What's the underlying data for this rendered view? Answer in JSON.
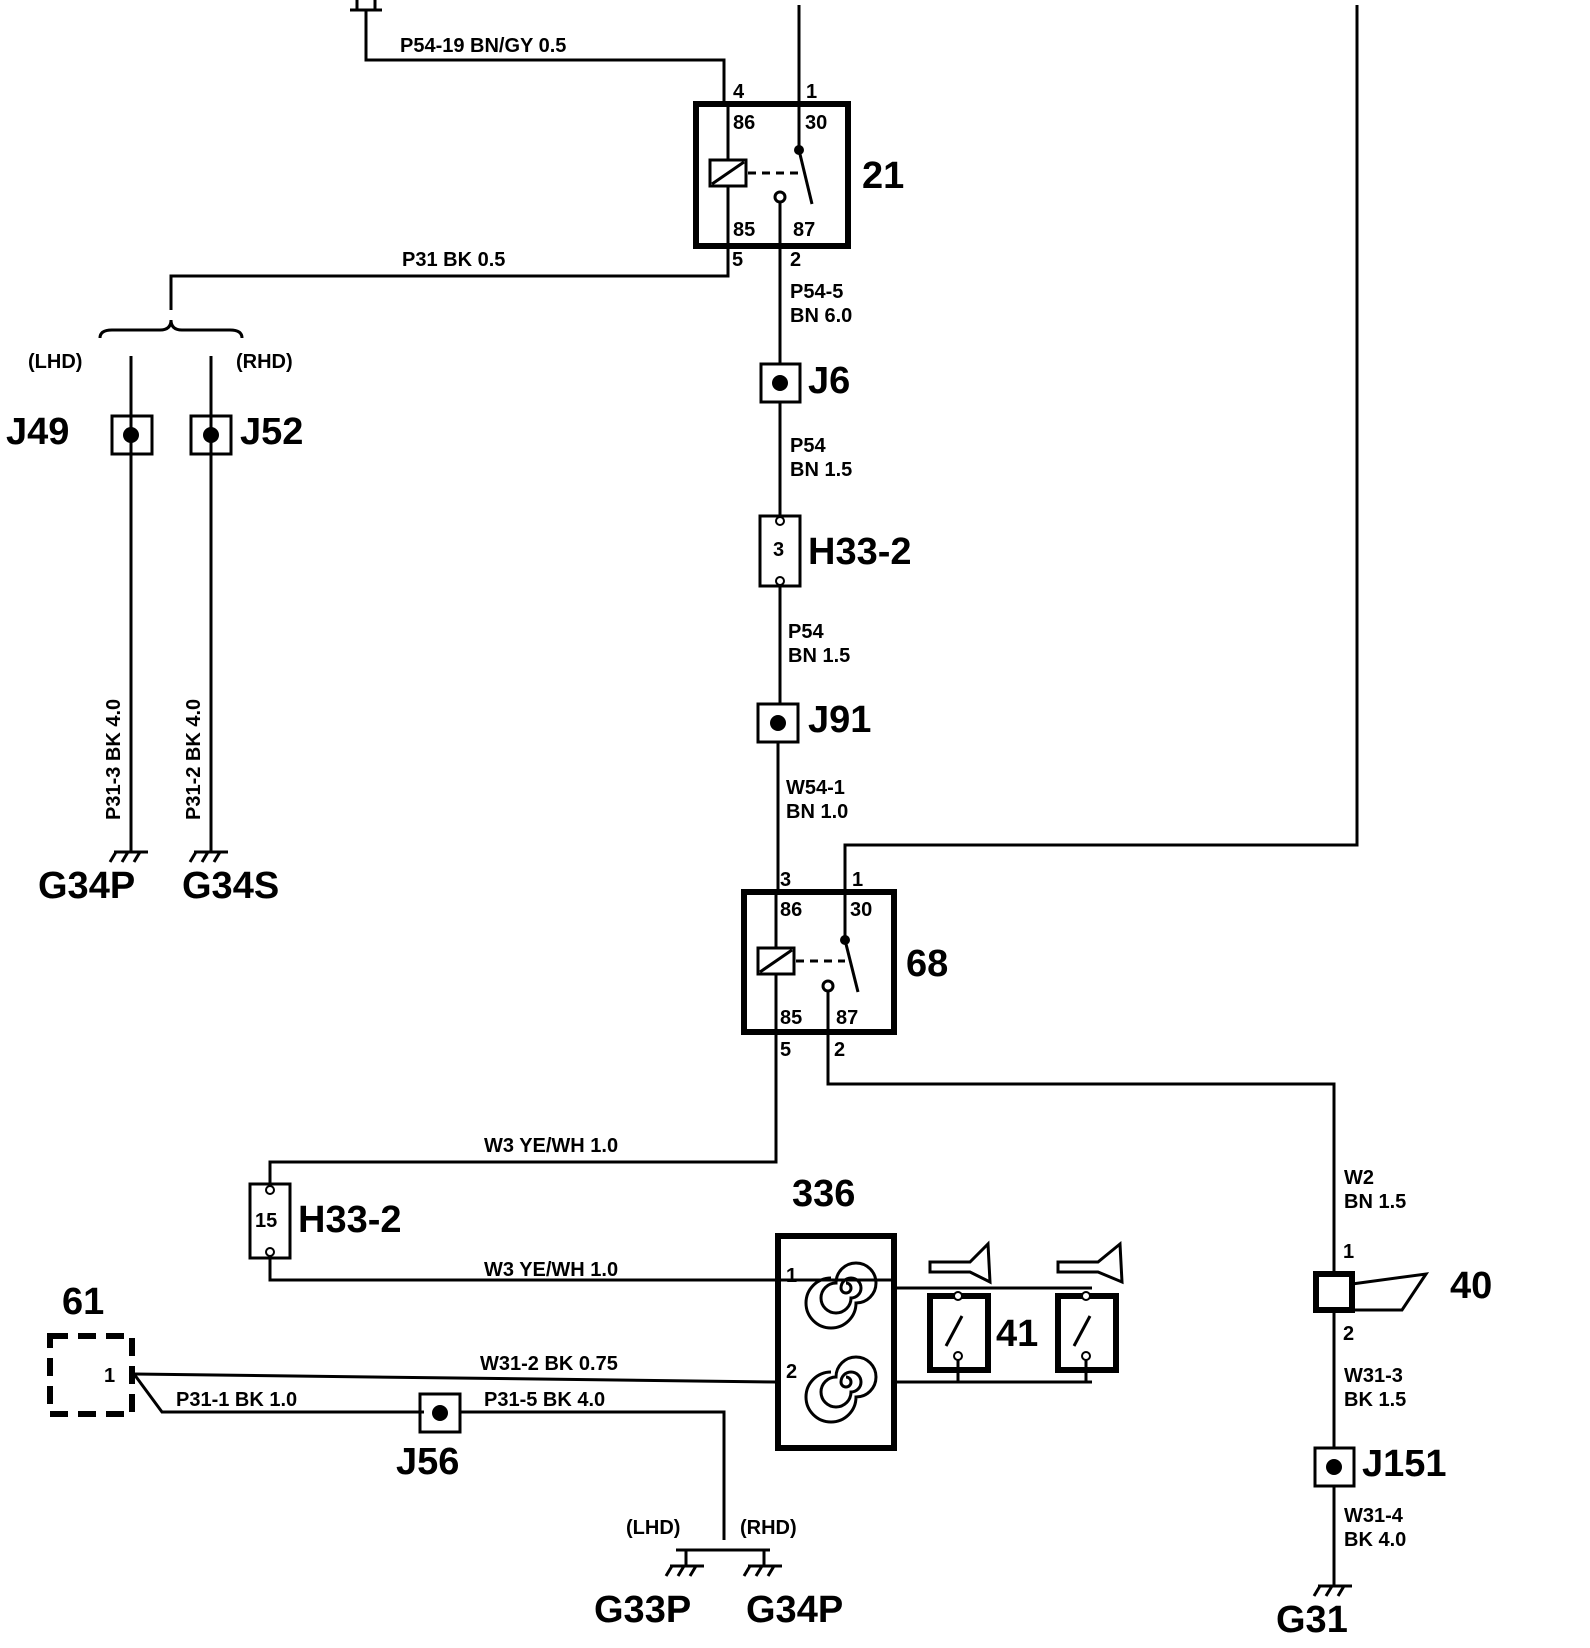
{
  "relay21": {
    "id": "21",
    "pin_top_left": "4",
    "pin_top_right": "1",
    "t86": "86",
    "t30": "30",
    "t85": "85",
    "t87": "87",
    "pin_bot_left": "5",
    "pin_bot_right": "2"
  },
  "relay68": {
    "id": "68",
    "pin_top_left": "3",
    "pin_top_right": "1",
    "t86": "86",
    "t30": "30",
    "t85": "85",
    "t87": "87",
    "pin_bot_left": "5",
    "pin_bot_right": "2"
  },
  "wires": {
    "p54_19": "P54-19   BN/GY  0.5",
    "p31": "P31   BK  0.5",
    "p54_5_a": "P54-5",
    "p54_5_b": "BN  6.0",
    "p54_a1": "P54",
    "p54_b1": "BN  1.5",
    "p54_a2": "P54",
    "p54_b2": "BN  1.5",
    "w54_1_a": "W54-1",
    "w54_1_b": "BN  1.0",
    "w3_top": "W3  YE/WH  1.0",
    "w3_bot": "W3  YE/WH  1.0",
    "w31_2": "W31-2   BK  0.75",
    "p31_1": "P31-1    BK  1.0",
    "p31_5": "P31-5    BK  4.0",
    "w2_a": "W2",
    "w2_b": "BN  1.5",
    "w31_3_a": "W31-3",
    "w31_3_b": "BK  1.5",
    "w31_4_a": "W31-4",
    "w31_4_b": "BK  4.0",
    "p31_3_v": "P31-3    BK  4.0",
    "p31_2_v": "P31-2    BK  4.0"
  },
  "connectors": {
    "j6": "J6",
    "j91": "J91",
    "j49": "J49",
    "j52": "J52",
    "j56": "J56",
    "j151": "J151",
    "h33_2_top": "H33-2",
    "h33_2_top_pin": "3",
    "h33_2_bot": "H33-2",
    "h33_2_bot_pin": "15"
  },
  "grounds": {
    "g34p_a": "G34P",
    "g34s": "G34S",
    "g33p": "G33P",
    "g34p_b": "G34P",
    "g31": "G31"
  },
  "variants": {
    "lhd_top": "(LHD)",
    "rhd_top": "(RHD)",
    "lhd_bot": "(LHD)",
    "rhd_bot": "(RHD)"
  },
  "components": {
    "horn_unit": "336",
    "horn_unit_pin1": "1",
    "horn_unit_pin2": "2",
    "horn_switches": "41",
    "horn": "40",
    "horn_pin1": "1",
    "horn_pin2": "2",
    "contact61": "61",
    "contact61_pin": "1"
  }
}
